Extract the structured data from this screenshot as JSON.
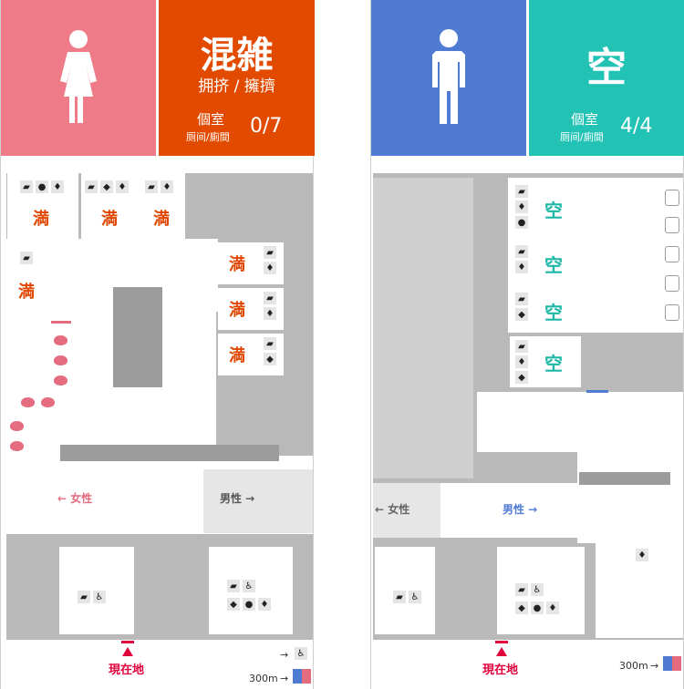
{
  "left": {
    "gender_icon": "female-person-icon",
    "status_main": "混雑",
    "status_sub": "拥挤 / 擁擠",
    "booth_label": "個室",
    "booth_sub": "厕间/廁間",
    "booth_count": "0/7",
    "full_label": "満",
    "female_arrow": "← 女性",
    "male_arrow": "男性 →",
    "here_label": "現在地",
    "distance": "300m",
    "colors": {
      "icon_tile": "#ee7b87",
      "status_tile": "#e24a00",
      "female": "#e56b7f",
      "male": "#555555"
    }
  },
  "right": {
    "gender_icon": "male-person-icon",
    "status_main": "空",
    "booth_label": "個室",
    "booth_sub": "厕间/廁間",
    "booth_count": "4/4",
    "empty_label": "空",
    "female_arrow": "← 女性",
    "male_arrow": "男性 →",
    "here_label": "現在地",
    "distance": "300m",
    "colors": {
      "icon_tile": "#4f7bd3",
      "status_tile": "#22c2b5",
      "female": "#666666",
      "male": "#4f7bd3"
    }
  }
}
